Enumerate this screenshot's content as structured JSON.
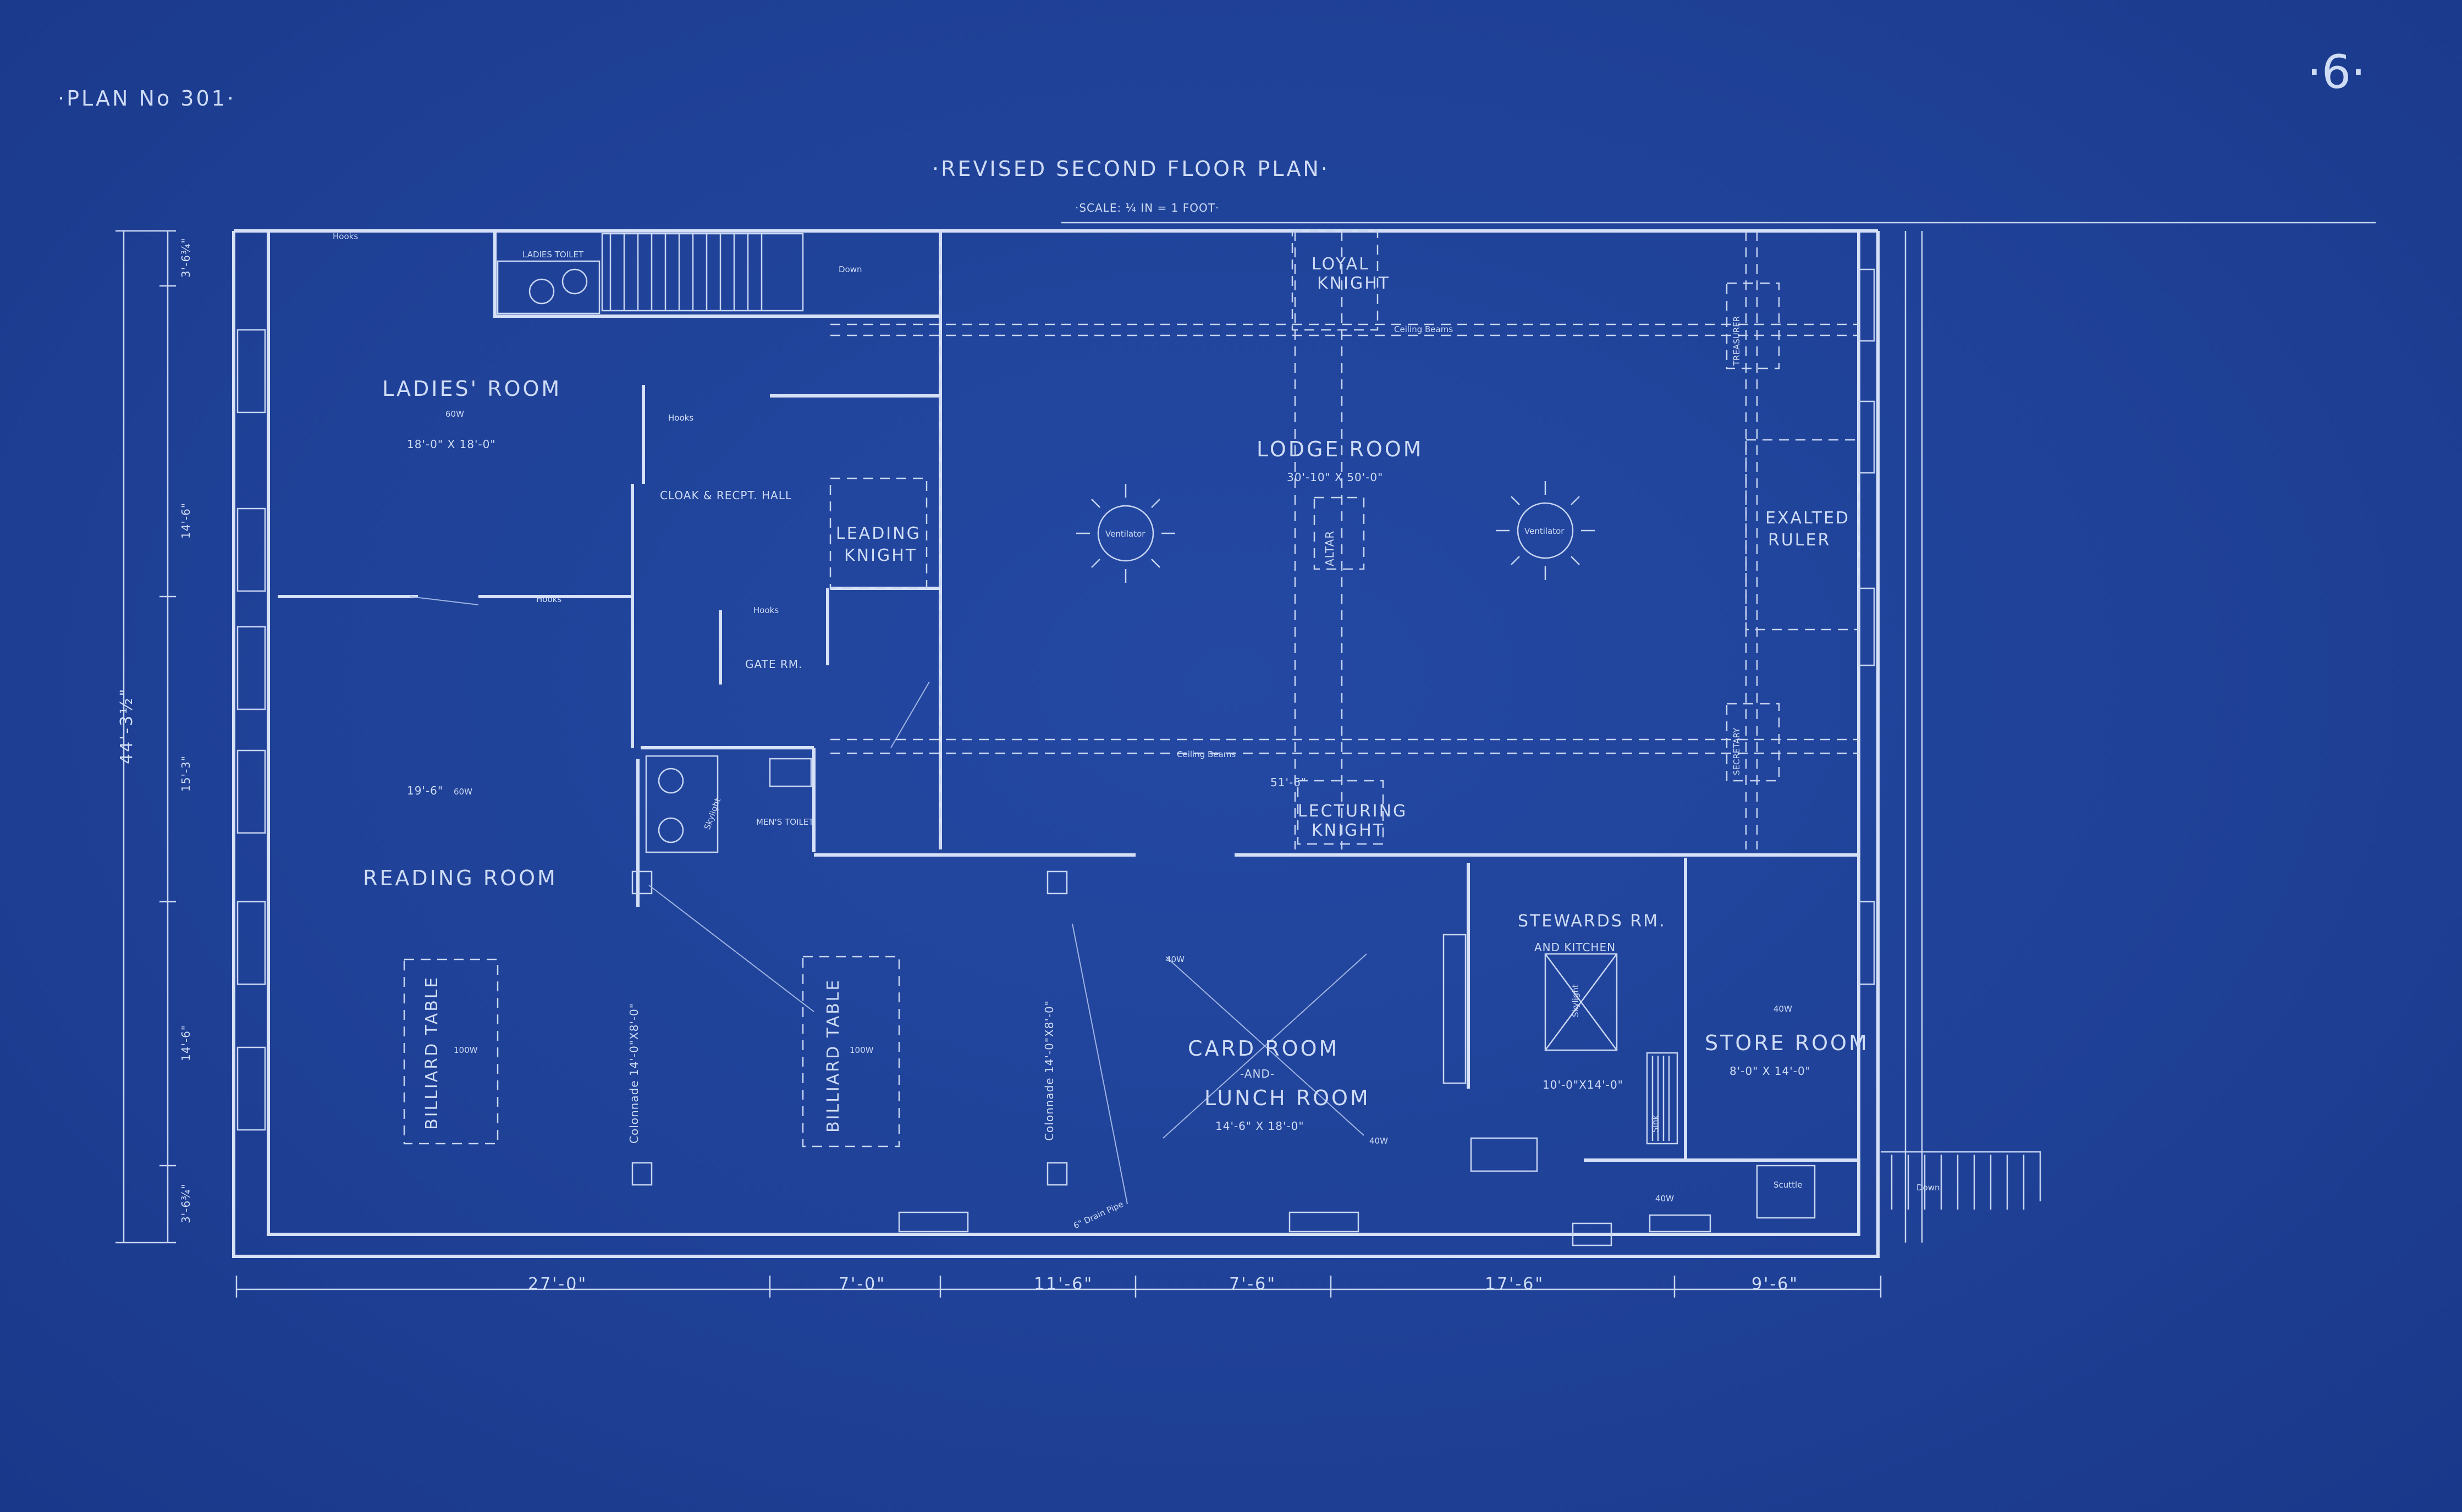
{
  "sheet": {
    "plan_no": "·PLAN  No 301·",
    "sheet_no": "·6·",
    "title": "·REVISED  SECOND  FLOOR  PLAN·",
    "scale": "·SCALE: ¼ IN = 1 FOOT·"
  },
  "rooms": {
    "ladies_room": "LADIES' ROOM",
    "ladies_room_dim": "18'-0\" X 18'-0\"",
    "ladies_toilet": "LADIES TOILET",
    "cloak_hall": "CLOAK & RECPT. HALL",
    "leading_knight_1": "LEADING",
    "leading_knight_2": "KNIGHT",
    "gate_room": "GATE RM.",
    "mens_toilet": "MEN'S TOILET",
    "loyal_knight_1": "LOYAL",
    "loyal_knight_2": "KNIGHT",
    "lodge_room": "LODGE  ROOM",
    "lodge_room_dim": "30'-10\" X 50'-0\"",
    "altar": "ALTAR",
    "exalted_ruler_1": "EXALTED",
    "exalted_ruler_2": "RULER",
    "treasurer": "TREASURER",
    "secretary": "SECRETARY",
    "lecturing_knight_1": "LECTURING",
    "lecturing_knight_2": "KNIGHT",
    "reading_room": "READING  ROOM",
    "billiard_table_1": "BILLIARD TABLE",
    "billiard_table_2": "BILLIARD TABLE",
    "card_room_1": "CARD  ROOM",
    "card_room_and": "-AND-",
    "card_room_2": "LUNCH  ROOM",
    "card_room_dim": "14'-6\" X 18'-0\"",
    "stewards_1": "STEWARDS  RM.",
    "stewards_2": "AND KITCHEN",
    "stewards_dim": "10'-0\"X14'-0\"",
    "store_room": "STORE  ROOM",
    "store_room_dim": "8'-0\" X 14'-0\"",
    "colonnade_1": "Colonnade  14'-0\"X8'-0\"",
    "colonnade_2": "Colonnade  14'-0\"X8'-0\"",
    "ventilator_1": "Ventilator",
    "ventilator_2": "Ventilator",
    "ceiling_beams": "Ceiling  Beams",
    "span_1": "19'-6\"",
    "span_2": "51'-6\""
  },
  "dimensions": {
    "bottom": [
      "27'-0\"",
      "7'-0\"",
      "11'-6\"",
      "7'-6\"",
      "17'-6\"",
      "9'-6\""
    ],
    "left_overall": "44'-3½\"",
    "left_sub": [
      "14'-6\"",
      "15'-3\"",
      "14'-6\""
    ],
    "left_top": "3'-6¾\"",
    "left_bottom": "3'-6¾\""
  },
  "notes": {
    "hooks": "Hooks",
    "down": "Down",
    "scuttle": "Scuttle",
    "drain": "6\" Drain Pipe",
    "skylight": "Skylight",
    "sink": "Sink",
    "lamp_40w": "40W",
    "lamp_60w": "60W",
    "lamp_100w": "100W"
  }
}
